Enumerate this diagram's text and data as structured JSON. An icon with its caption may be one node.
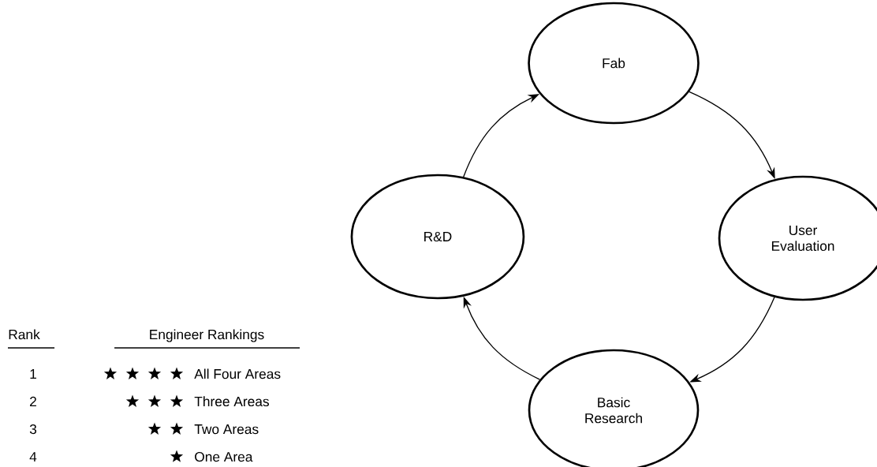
{
  "diagram": {
    "nodes": [
      {
        "text": [
          "Fab"
        ]
      },
      {
        "text": [
          "R&D"
        ]
      },
      {
        "text": [
          "User Evaluation"
        ]
      },
      {
        "text": [
          "Basic Research"
        ]
      }
    ],
    "edges": [
      {
        "from": 1,
        "to": 0,
        "arrow": "to"
      },
      {
        "from": 0,
        "to": 2,
        "arrow": "to"
      },
      {
        "from": 2,
        "to": 3,
        "arrow": "to"
      },
      {
        "from": 3,
        "to": 1,
        "arrow": "to"
      }
    ],
    "labels": [
      "Rank",
      "Engineer Rankings",
      "1",
      "All Four Areas",
      "2",
      "Three Areas",
      "3",
      "Two Areas",
      "4",
      "One Area"
    ]
  }
}
